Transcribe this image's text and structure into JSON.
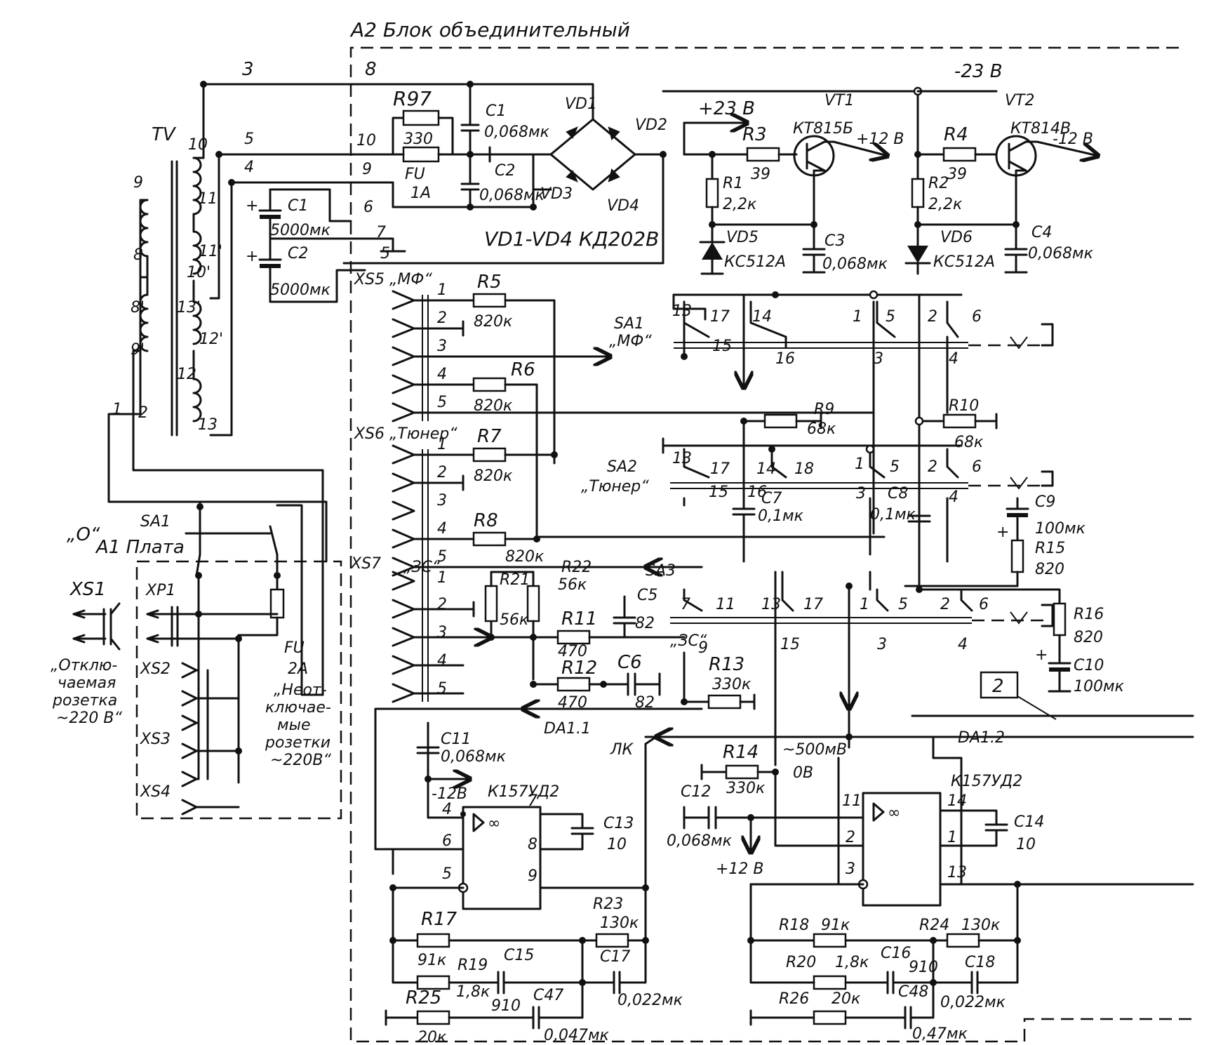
{
  "blocks": {
    "a2_title": "A2 Блок объединительный",
    "a1_title": "A1 Плата",
    "box_2": "2"
  },
  "transformer": {
    "label": "TV",
    "taps": [
      "10",
      "11",
      "11'",
      "10'",
      "13'",
      "12'",
      "12",
      "13",
      "9",
      "8",
      "8'",
      "9'"
    ],
    "wire_numbers": [
      "3",
      "5",
      "4",
      "1",
      "2"
    ]
  },
  "power": {
    "pins": [
      "8",
      "10",
      "9",
      "6",
      "7",
      "5"
    ],
    "rail_neg23": "-23 В",
    "rail_pos23": "+23 В",
    "out_pos12": "+12 В",
    "out_neg12": "-12 В",
    "diodes_note": "VD1-VD4 КД202В",
    "vd1": "VD1",
    "vd2": "VD2",
    "vd3": "VD3",
    "vd4": "VD4"
  },
  "components": {
    "R97": {
      "name": "R97",
      "value": "330"
    },
    "FU1": {
      "name": "FU",
      "value": "1А"
    },
    "C1a": {
      "name": "C1",
      "value": "0,068мк"
    },
    "C2a": {
      "name": "C2",
      "value": "0,068мк"
    },
    "C1b": {
      "name": "C1",
      "value": "5000мк"
    },
    "C2b": {
      "name": "C2",
      "value": "5000мк"
    },
    "VT1": {
      "name": "VT1",
      "value": "КТ815Б"
    },
    "VT2": {
      "name": "VT2",
      "value": "КТ814В"
    },
    "R3": {
      "name": "R3",
      "value": "39"
    },
    "R4": {
      "name": "R4",
      "value": "39"
    },
    "R1": {
      "name": "R1",
      "value": "2,2к"
    },
    "R2": {
      "name": "R2",
      "value": "2,2к"
    },
    "VD5": {
      "name": "VD5",
      "value": "КС512А"
    },
    "VD6": {
      "name": "VD6",
      "value": "КС512А"
    },
    "C3": {
      "name": "C3",
      "value": "0,068мк"
    },
    "C4": {
      "name": "C4",
      "value": "0,068мк"
    },
    "R5": {
      "name": "R5",
      "value": "820к"
    },
    "R6": {
      "name": "R6",
      "value": "820к"
    },
    "R7": {
      "name": "R7",
      "value": "820к"
    },
    "R8": {
      "name": "R8",
      "value": "820к"
    },
    "R9": {
      "name": "R9",
      "value": "68к"
    },
    "R10": {
      "name": "R10",
      "value": "68к"
    },
    "C7": {
      "name": "C7",
      "value": "0,1мк"
    },
    "C8": {
      "name": "C8",
      "value": "0,1мк"
    },
    "C9": {
      "name": "C9",
      "value": "100мк"
    },
    "R15": {
      "name": "R15",
      "value": "820"
    },
    "R16": {
      "name": "R16",
      "value": "820"
    },
    "C10": {
      "name": "C10",
      "value": "100мк"
    },
    "R21": {
      "name": "R21",
      "value": "56к"
    },
    "R22": {
      "name": "R22",
      "value": "56к"
    },
    "R11": {
      "name": "R11",
      "value": "470"
    },
    "R12": {
      "name": "R12",
      "value": "470"
    },
    "C5": {
      "name": "C5",
      "value": "82"
    },
    "C6": {
      "name": "C6",
      "value": "82"
    },
    "R13": {
      "name": "R13",
      "value": "330к"
    },
    "R14": {
      "name": "R14",
      "value": "330к"
    },
    "C11": {
      "name": "C11",
      "value": "0,068мк"
    },
    "C12": {
      "name": "C12",
      "value": "0,068мк"
    },
    "C13": {
      "name": "C13",
      "value": "10"
    },
    "C14": {
      "name": "C14",
      "value": "10"
    },
    "R17": {
      "name": "R17",
      "value": "91к"
    },
    "R18": {
      "name": "R18",
      "value": "91к"
    },
    "R19": {
      "name": "R19",
      "value": "1,8к"
    },
    "R20": {
      "name": "R20",
      "value": "1,8к"
    },
    "C15": {
      "name": "C15",
      "value": "910"
    },
    "C16": {
      "name": "C16",
      "value": "910"
    },
    "R23": {
      "name": "R23",
      "value": "130к"
    },
    "R24": {
      "name": "R24",
      "value": "130к"
    },
    "C17": {
      "name": "C17",
      "value": "0,022мк"
    },
    "C18": {
      "name": "C18",
      "value": "0,022мк"
    },
    "R25": {
      "name": "R25",
      "value": "20к"
    },
    "R26": {
      "name": "R26",
      "value": "20к"
    },
    "C47": {
      "name": "C47",
      "value": "0,047мк"
    },
    "C48": {
      "name": "C48",
      "value": "0,47мк"
    }
  },
  "connectors": {
    "xs5": "XS5 „МФ“",
    "xs6": "XS6 „Тюнер“",
    "xs7": "XS7",
    "xs7_sub": "„ЗС“",
    "pins": [
      "1",
      "2",
      "3",
      "4",
      "5"
    ],
    "xs1": "XS1",
    "xp1": "XP1",
    "xs2": "XS2",
    "xs3": "XS3",
    "xs4": "XS4"
  },
  "switches": {
    "sa1": "SA1",
    "sa1_name": "„МФ“",
    "sa2": "SA2",
    "sa2_name": "„Тюнер“",
    "sa3": "SA3",
    "sa3_name": "„ЗС“",
    "contacts_top": [
      "13",
      "17",
      "14",
      "1",
      "5",
      "2",
      "6"
    ],
    "contacts_bottom": [
      "15",
      "16",
      "3",
      "4"
    ],
    "sa2_extra": "18",
    "sa3_left": [
      "7",
      "11",
      "9",
      "13",
      "17",
      "15"
    ],
    "power_switch": "SA1",
    "power_fuse": "FU",
    "power_fuse_value": "2А",
    "off_mark": "„О“"
  },
  "mains": {
    "switched_1": "„Отклю-",
    "switched_2": "чаемая",
    "switched_3": "розетка",
    "switched_4": "~220 В“",
    "unswitched_1": "„Неот-",
    "unswitched_2": "ключае-",
    "unswitched_3": "мые",
    "unswitched_4": "розетки",
    "unswitched_5": "~220В“"
  },
  "opamps": {
    "da11": "DA1.1",
    "da11_type": "К157УД2",
    "da12": "DA1.2",
    "da12_type": "К157УД2",
    "lk": "ЛК",
    "neg12": "-12В",
    "pos12": "+12 В",
    "mv500": "~500мВ",
    "ov": "0В",
    "da11_pins": [
      "4",
      "7",
      "6",
      "8",
      "5",
      "9"
    ],
    "da12_pins": [
      "11",
      "14",
      "2",
      "1",
      "3",
      "13"
    ],
    "inf": "∞"
  }
}
